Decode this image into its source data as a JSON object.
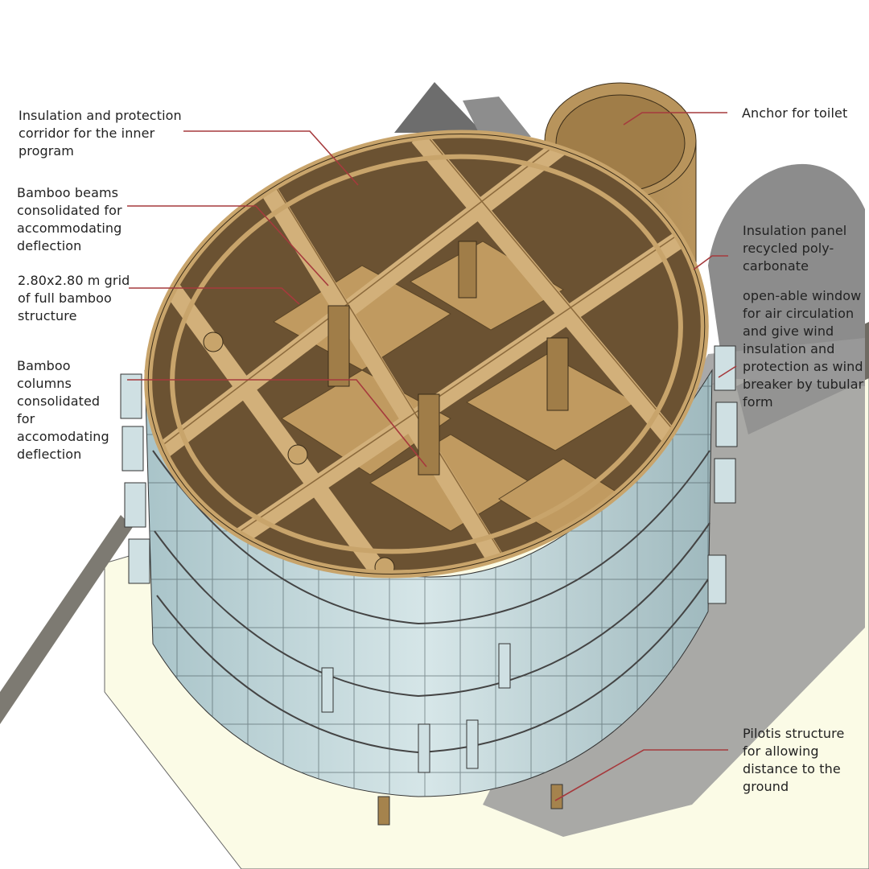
{
  "colors": {
    "leader": "#a63a3d",
    "bamboo": "#c8a46b",
    "bamboo_dark": "#8c6a3c",
    "floor": "#b8935a",
    "glass": "#b9d3d8",
    "ground": "#fbfbe6",
    "shadow": "#8a8a8a"
  },
  "labels": {
    "corridor": "Insulation and protection\ncorridor for the inner\nprogram",
    "beams": "Bamboo beams\nconsolidated for\naccommodating\ndeflection",
    "grid": "2.80x2.80 m grid\nof full bamboo\nstructure",
    "columns": "Bamboo\ncolumns\nconsolidated\nfor\naccomodating\ndeflection",
    "anchor": "Anchor for toilet",
    "panel": "Insulation panel\nrecycled poly-\ncarbonate",
    "window": "open-able window\nfor air circulation\nand give wind\ninsulation and\nprotection as wind\nbreaker by tubular\nform",
    "pilotis": "Pilotis structure\nfor allowing\ndistance to the\nground"
  }
}
